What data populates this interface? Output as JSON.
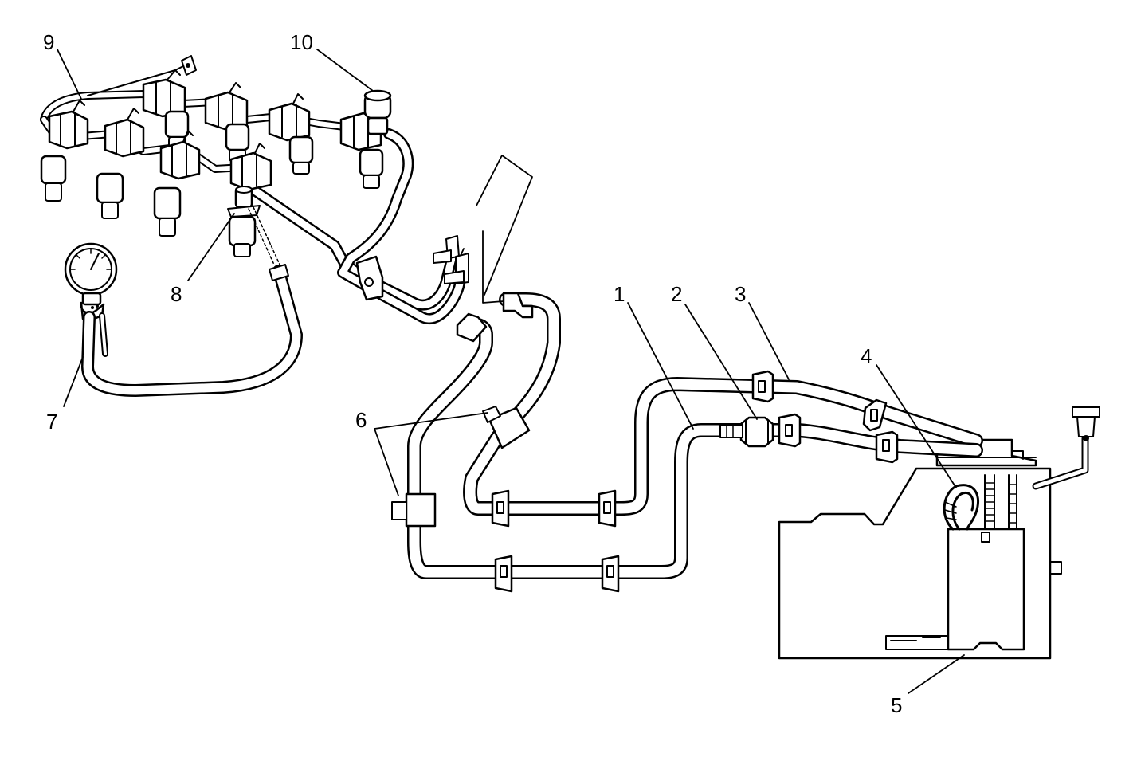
{
  "callouts": {
    "c1": "1",
    "c2": "2",
    "c3": "3",
    "c4": "4",
    "c5": "5",
    "c6": "6",
    "c7": "7",
    "c8": "8",
    "c9": "9",
    "c10": "10"
  },
  "colors": {
    "ink": "#000000",
    "background": "#ffffff"
  }
}
